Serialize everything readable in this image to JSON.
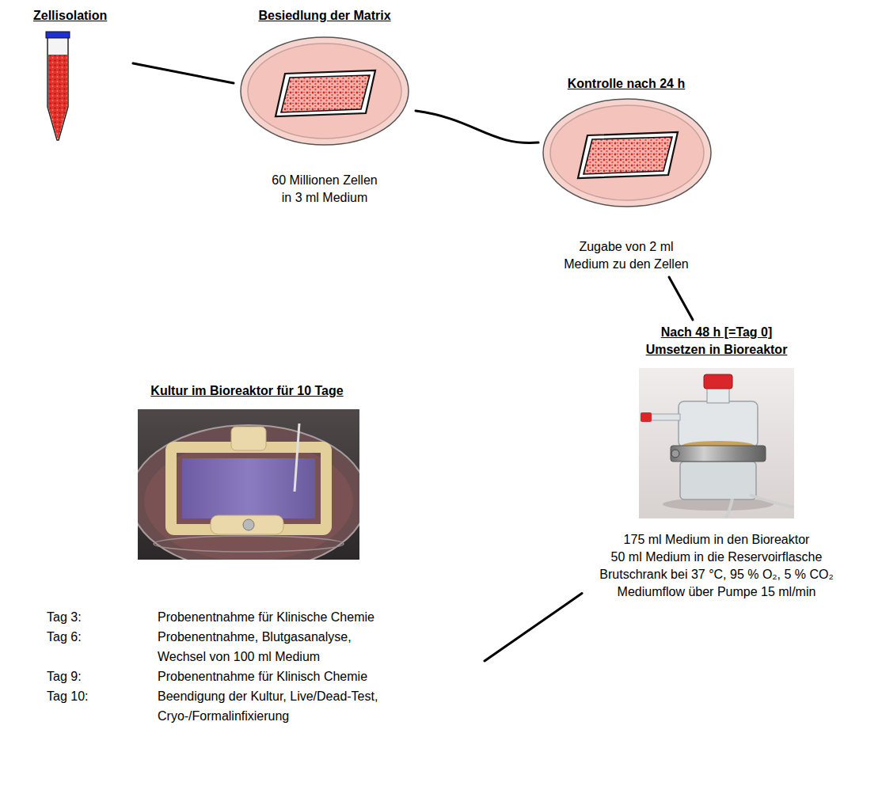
{
  "diagram": {
    "nodes": [
      {
        "text": [
          "Zellisolation"
        ]
      },
      {
        "text": [
          "Besiedlung der Matrix",
          "60 Millionen Zellen in 3 ml Medium"
        ]
      },
      {
        "text": [
          "Kontrolle nach 24 h",
          "Zugabe von 2 ml Medium zu den Zellen"
        ]
      },
      {
        "text": [
          "Nach 48 h [=Tag 0] Umsetzen in Bioreaktor",
          "175 ml Medium in den Bioreaktor",
          "50 ml Medium in die Reservoirflasche",
          "Brutschrank bei 37 °C, 95 % O₂, 5 % CO₂",
          "Mediumflow über Pumpe 15 ml/min"
        ]
      },
      {
        "text": [
          "Kultur im Bioreaktor für 10 Tage",
          "Tag 3:",
          "Probenentnahme für Klinische Chemie",
          "Tag 6:",
          "Probenentnahme, Blutgasanalyse, Wechsel von 100 ml Medium",
          "Tag 9:",
          "Probenentnahme für Klinisch Chemie",
          "Tag 10:",
          "Beendigung der Kultur, Live/Dead-Test, Cryo-/Formalinfixierung"
        ]
      }
    ],
    "edges": [
      {
        "from": 0,
        "to": 1,
        "arrow": "none"
      },
      {
        "from": 1,
        "to": 2,
        "arrow": "none"
      },
      {
        "from": 2,
        "to": 3,
        "arrow": "none"
      },
      {
        "from": 3,
        "to": 4,
        "arrow": "none"
      }
    ]
  }
}
